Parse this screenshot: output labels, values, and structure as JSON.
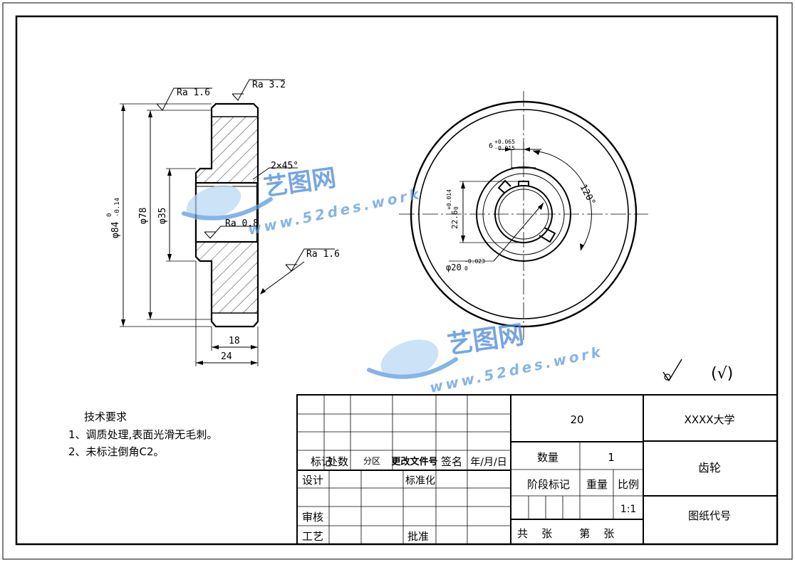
{
  "drawing": {
    "view_left": {
      "surface_marks": [
        "Ra 1.6",
        "Ra 3.2",
        "Ra 0.8",
        "Ra 1.6"
      ],
      "chamfer": "2×45°",
      "dim_outer_base": "φ84",
      "dim_outer_tol_upper": "0",
      "dim_outer_tol_lower": "-0.14",
      "dim_mid": "φ78",
      "dim_bore": "φ35",
      "dim_width_inner": "18",
      "dim_width_outer": "24"
    },
    "view_right": {
      "key_width_base": "6",
      "key_width_tol_upper": "+0.065",
      "key_width_tol_lower": "-0.015",
      "key_depth_base": "22.6",
      "key_depth_tol_upper": "+0.014",
      "key_depth_tol_lower": "0",
      "angle": "120°",
      "bore_base": "φ20",
      "bore_tol_upper": "-0.023",
      "bore_tol_lower": "0"
    },
    "roughness_note": "(√)"
  },
  "notes": {
    "title": "技术要求",
    "items": [
      "1、调质处理,表面光滑无毛刺。",
      "2、未标注倒角C2。"
    ]
  },
  "title_block": {
    "material": "20",
    "organization": "XXXX大学",
    "part_name": "齿轮",
    "drawing_code": "图纸代号",
    "quantity_label": "数量",
    "quantity_value": "1",
    "stage_label": "阶段标记",
    "weight_label": "重量",
    "scale_label": "比例",
    "scale_value": "1:1",
    "sheets": "共    张        第    张",
    "header_cells": [
      "标记",
      "处数",
      "分区",
      "更改文件号",
      "签名",
      "年/月/日"
    ],
    "design_label": "设计",
    "standard_label": "标准化",
    "review_label": "审核",
    "process_label": "工艺",
    "approve_label": "批准"
  },
  "watermark": {
    "brand": "艺图网",
    "url": "www.52des.work"
  }
}
